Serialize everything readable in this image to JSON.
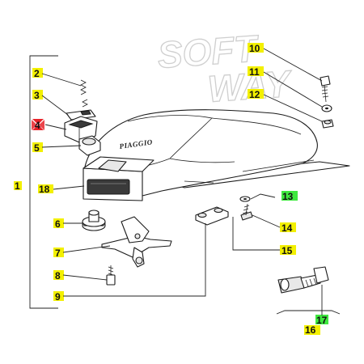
{
  "brand": {
    "tank_logo": "PIAGGIO",
    "watermark_line1": "SOFT",
    "watermark_line2": "WAY"
  },
  "colors": {
    "highlight_yellow": "#f3f000",
    "highlight_green": "#3ee83e",
    "marker_red": "#e8232a",
    "line": "#1a1a1a"
  },
  "callouts": [
    {
      "id": "c1",
      "label": "1",
      "highlight": "yellow"
    },
    {
      "id": "c2",
      "label": "2",
      "highlight": "yellow"
    },
    {
      "id": "c3",
      "label": "3",
      "highlight": "yellow"
    },
    {
      "id": "c4",
      "label": "4",
      "highlight": "none",
      "marker": "red-crosshair"
    },
    {
      "id": "c5",
      "label": "5",
      "highlight": "yellow"
    },
    {
      "id": "c6",
      "label": "6",
      "highlight": "yellow"
    },
    {
      "id": "c7",
      "label": "7",
      "highlight": "yellow"
    },
    {
      "id": "c8",
      "label": "8",
      "highlight": "yellow"
    },
    {
      "id": "c9",
      "label": "9",
      "highlight": "yellow"
    },
    {
      "id": "c10",
      "label": "10",
      "highlight": "yellow"
    },
    {
      "id": "c11",
      "label": "11",
      "highlight": "yellow"
    },
    {
      "id": "c12",
      "label": "12",
      "highlight": "yellow"
    },
    {
      "id": "c13",
      "label": "13",
      "highlight": "green"
    },
    {
      "id": "c14",
      "label": "14",
      "highlight": "yellow"
    },
    {
      "id": "c15",
      "label": "15",
      "highlight": "yellow"
    },
    {
      "id": "c16",
      "label": "16",
      "highlight": "yellow"
    },
    {
      "id": "c17",
      "label": "17",
      "highlight": "green"
    },
    {
      "id": "c18",
      "label": "18",
      "highlight": "yellow"
    }
  ]
}
